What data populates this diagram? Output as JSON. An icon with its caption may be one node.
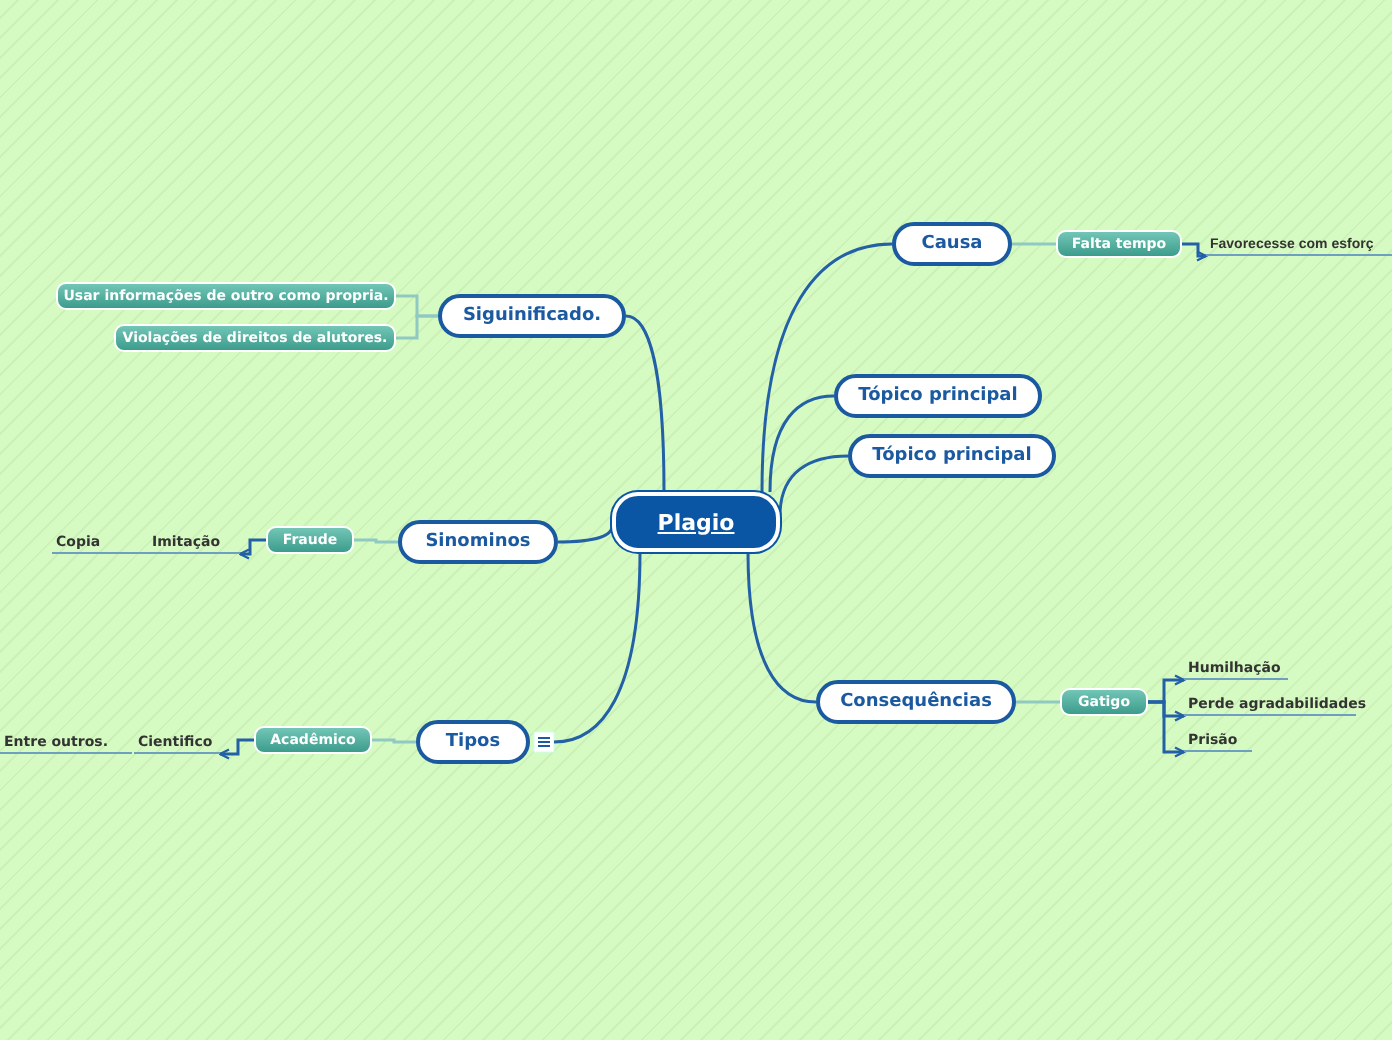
{
  "diagram": {
    "nodes": [
      {
        "text": [
          "Plagio"
        ]
      },
      {
        "text": [
          "Siguinificado."
        ]
      },
      {
        "text": [
          "Usar informações de outro como propria."
        ]
      },
      {
        "text": [
          "Violações de direitos de alutores."
        ]
      },
      {
        "text": [
          "Sinominos"
        ]
      },
      {
        "text": [
          "Fraude"
        ]
      },
      {
        "text": [
          "Imitação"
        ]
      },
      {
        "text": [
          "Copia"
        ]
      },
      {
        "text": [
          "Tipos"
        ]
      },
      {
        "text": [
          "Acadêmico"
        ]
      },
      {
        "text": [
          "Cientifico"
        ]
      },
      {
        "text": [
          "Entre outros."
        ]
      },
      {
        "text": [
          "Causa"
        ]
      },
      {
        "text": [
          "Falta tempo"
        ]
      },
      {
        "text": [
          "Favorecesse com esforç"
        ]
      },
      {
        "text": [
          "Tópico principal"
        ]
      },
      {
        "text": [
          "Tópico principal"
        ]
      },
      {
        "text": [
          "Consequências"
        ]
      },
      {
        "text": [
          "Gatigo"
        ]
      },
      {
        "text": [
          "Humilhação"
        ]
      },
      {
        "text": [
          "Perde agradabilidades"
        ]
      },
      {
        "text": [
          "Prisão"
        ]
      }
    ],
    "edges": [
      {
        "from": 0,
        "to": 1,
        "arrow": "none"
      },
      {
        "from": 1,
        "to": 2,
        "arrow": "none",
        "color": "#8fc9c2"
      },
      {
        "from": 1,
        "to": 3,
        "arrow": "none",
        "color": "#8fc9c2"
      },
      {
        "from": 0,
        "to": 4,
        "arrow": "none"
      },
      {
        "from": 4,
        "to": 5,
        "arrow": "none",
        "color": "#8fc9c2"
      },
      {
        "from": 5,
        "to": 6,
        "arrow": "to"
      },
      {
        "from": 0,
        "to": 8,
        "arrow": "none"
      },
      {
        "from": 8,
        "to": 9,
        "arrow": "none",
        "color": "#8fc9c2"
      },
      {
        "from": 9,
        "to": 10,
        "arrow": "to"
      },
      {
        "from": 0,
        "to": 12,
        "arrow": "none"
      },
      {
        "from": 12,
        "to": 13,
        "arrow": "none",
        "color": "#8fc9c2"
      },
      {
        "from": 13,
        "to": 14,
        "arrow": "to"
      },
      {
        "from": 0,
        "to": 15,
        "arrow": "none"
      },
      {
        "from": 0,
        "to": 16,
        "arrow": "none"
      },
      {
        "from": 0,
        "to": 17,
        "arrow": "none"
      },
      {
        "from": 17,
        "to": 18,
        "arrow": "none",
        "color": "#8fc9c2"
      },
      {
        "from": 18,
        "to": 19,
        "arrow": "to"
      },
      {
        "from": 18,
        "to": 20,
        "arrow": "to"
      },
      {
        "from": 18,
        "to": 21,
        "arrow": "to"
      }
    ]
  }
}
